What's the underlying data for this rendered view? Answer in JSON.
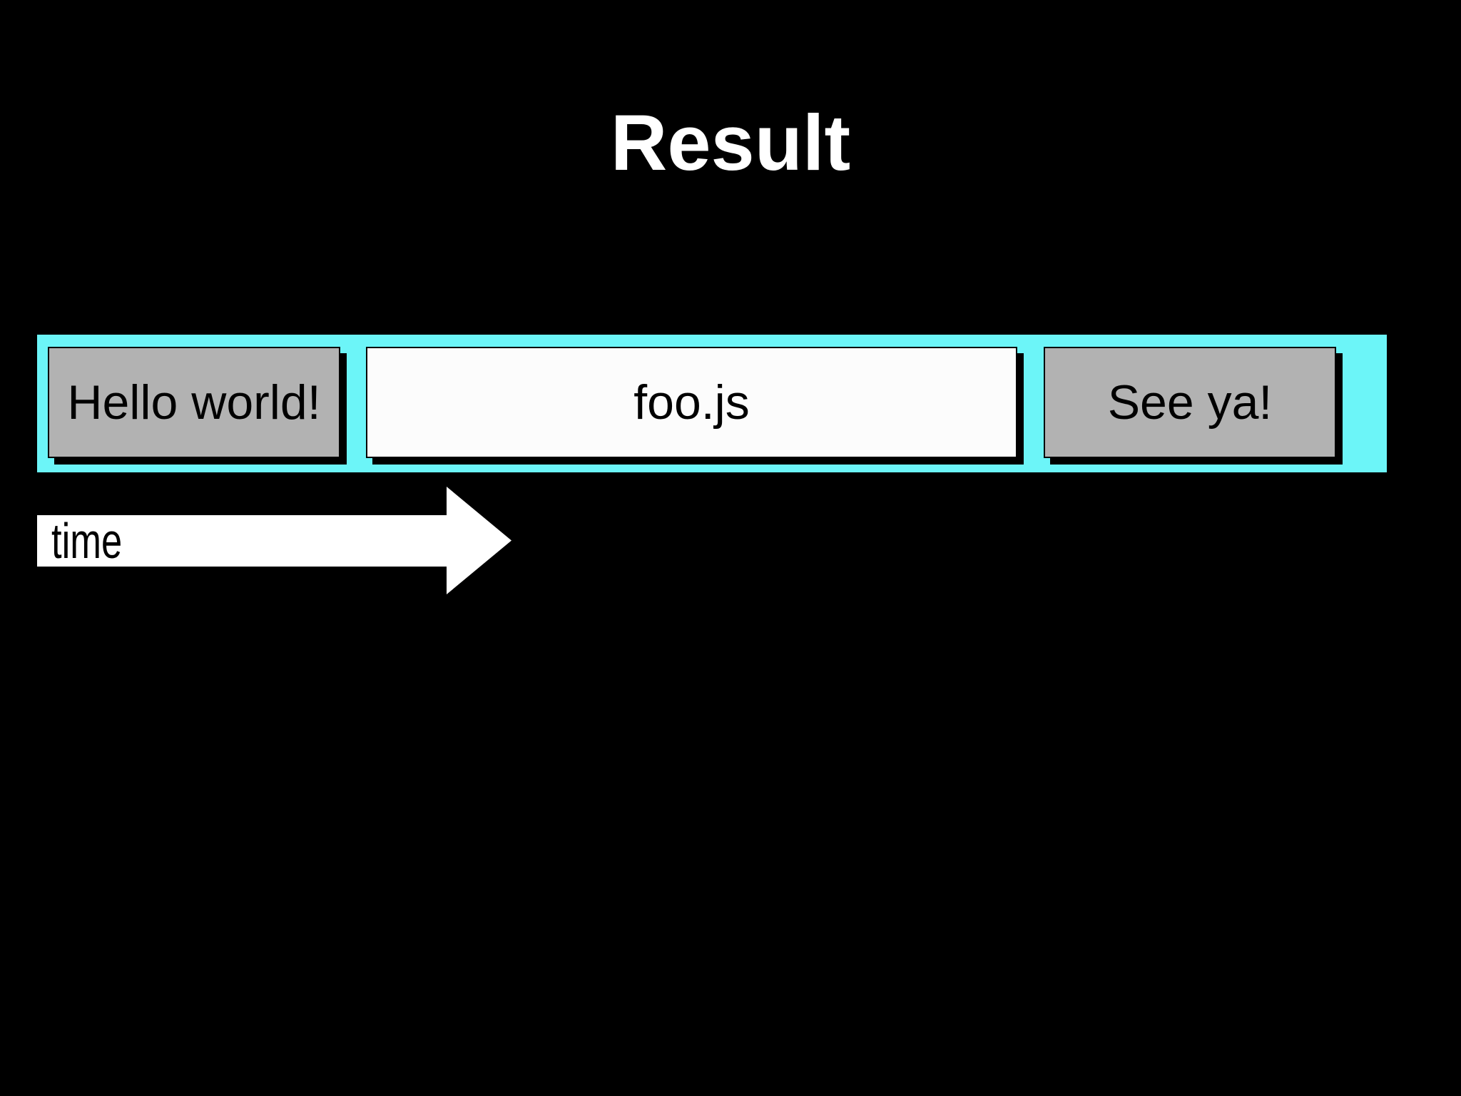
{
  "slide": {
    "title": "Result"
  },
  "colors": {
    "background": "#000000",
    "bar": "#6CF5F8",
    "block_gray": "#B2B2B2",
    "block_white": "#FCFCFC",
    "block_border": "#000000",
    "block_shadow": "#000000",
    "arrow": "#FFFFFF",
    "body_text": "#000000",
    "title_text": "#FFFFFF"
  },
  "timeline": {
    "blocks": [
      {
        "label": "Hello world!",
        "fill": "#B2B2B2"
      },
      {
        "label": "foo.js",
        "fill": "#FCFCFC"
      },
      {
        "label": "See ya!",
        "fill": "#B2B2B2"
      }
    ]
  },
  "time_axis": {
    "label": "time"
  }
}
